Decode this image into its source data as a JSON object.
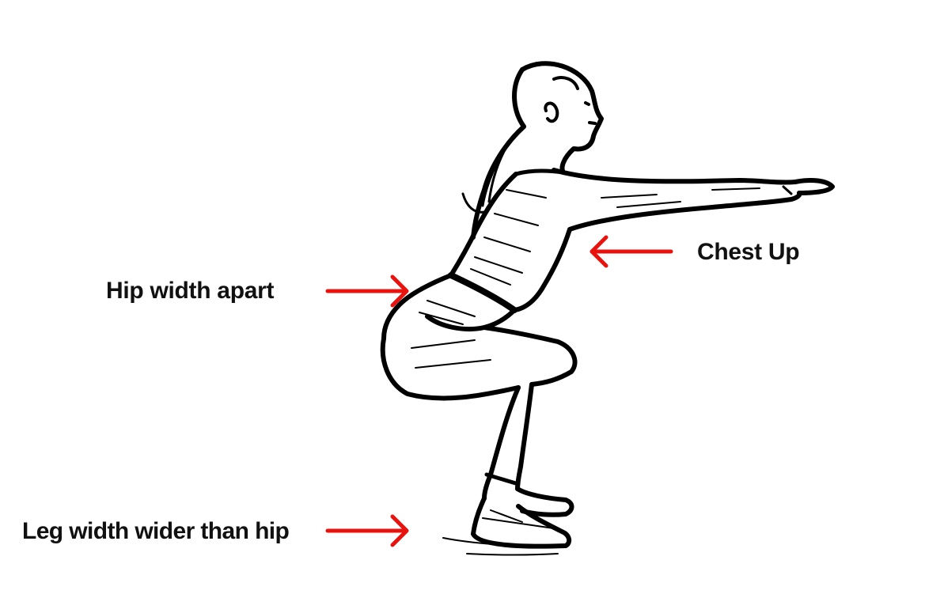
{
  "labels": {
    "hip": "Hip width apart",
    "chest": "Chest Up",
    "leg": "Leg width wider than hip"
  },
  "colors": {
    "arrow": "#e8130f",
    "ink": "#000000",
    "text": "#111111",
    "background": "#ffffff"
  },
  "figure": {
    "subject": "squat-figure-illustration"
  }
}
